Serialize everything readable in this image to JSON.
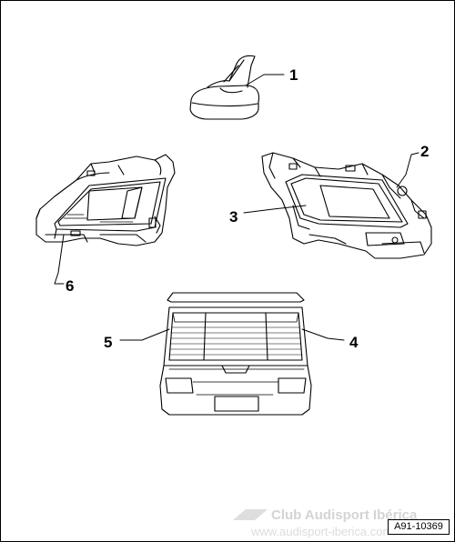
{
  "callouts": {
    "c1": "1",
    "c2": "2",
    "c3": "3",
    "c4": "4",
    "c5": "5",
    "c6": "6"
  },
  "figure_id": "A91-10369",
  "watermark": {
    "brand": "Club Audisport Ibérica",
    "url": "www.audisport-iberica.com"
  },
  "icons": {
    "antenna": "roof-antenna-icon",
    "left_quarter": "left-side-window-icon",
    "right_quarter": "right-side-window-icon",
    "rear_window": "rear-window-icon"
  },
  "colors": {
    "line": "#000000",
    "background": "#ffffff",
    "watermark": "#d4d4d4"
  }
}
